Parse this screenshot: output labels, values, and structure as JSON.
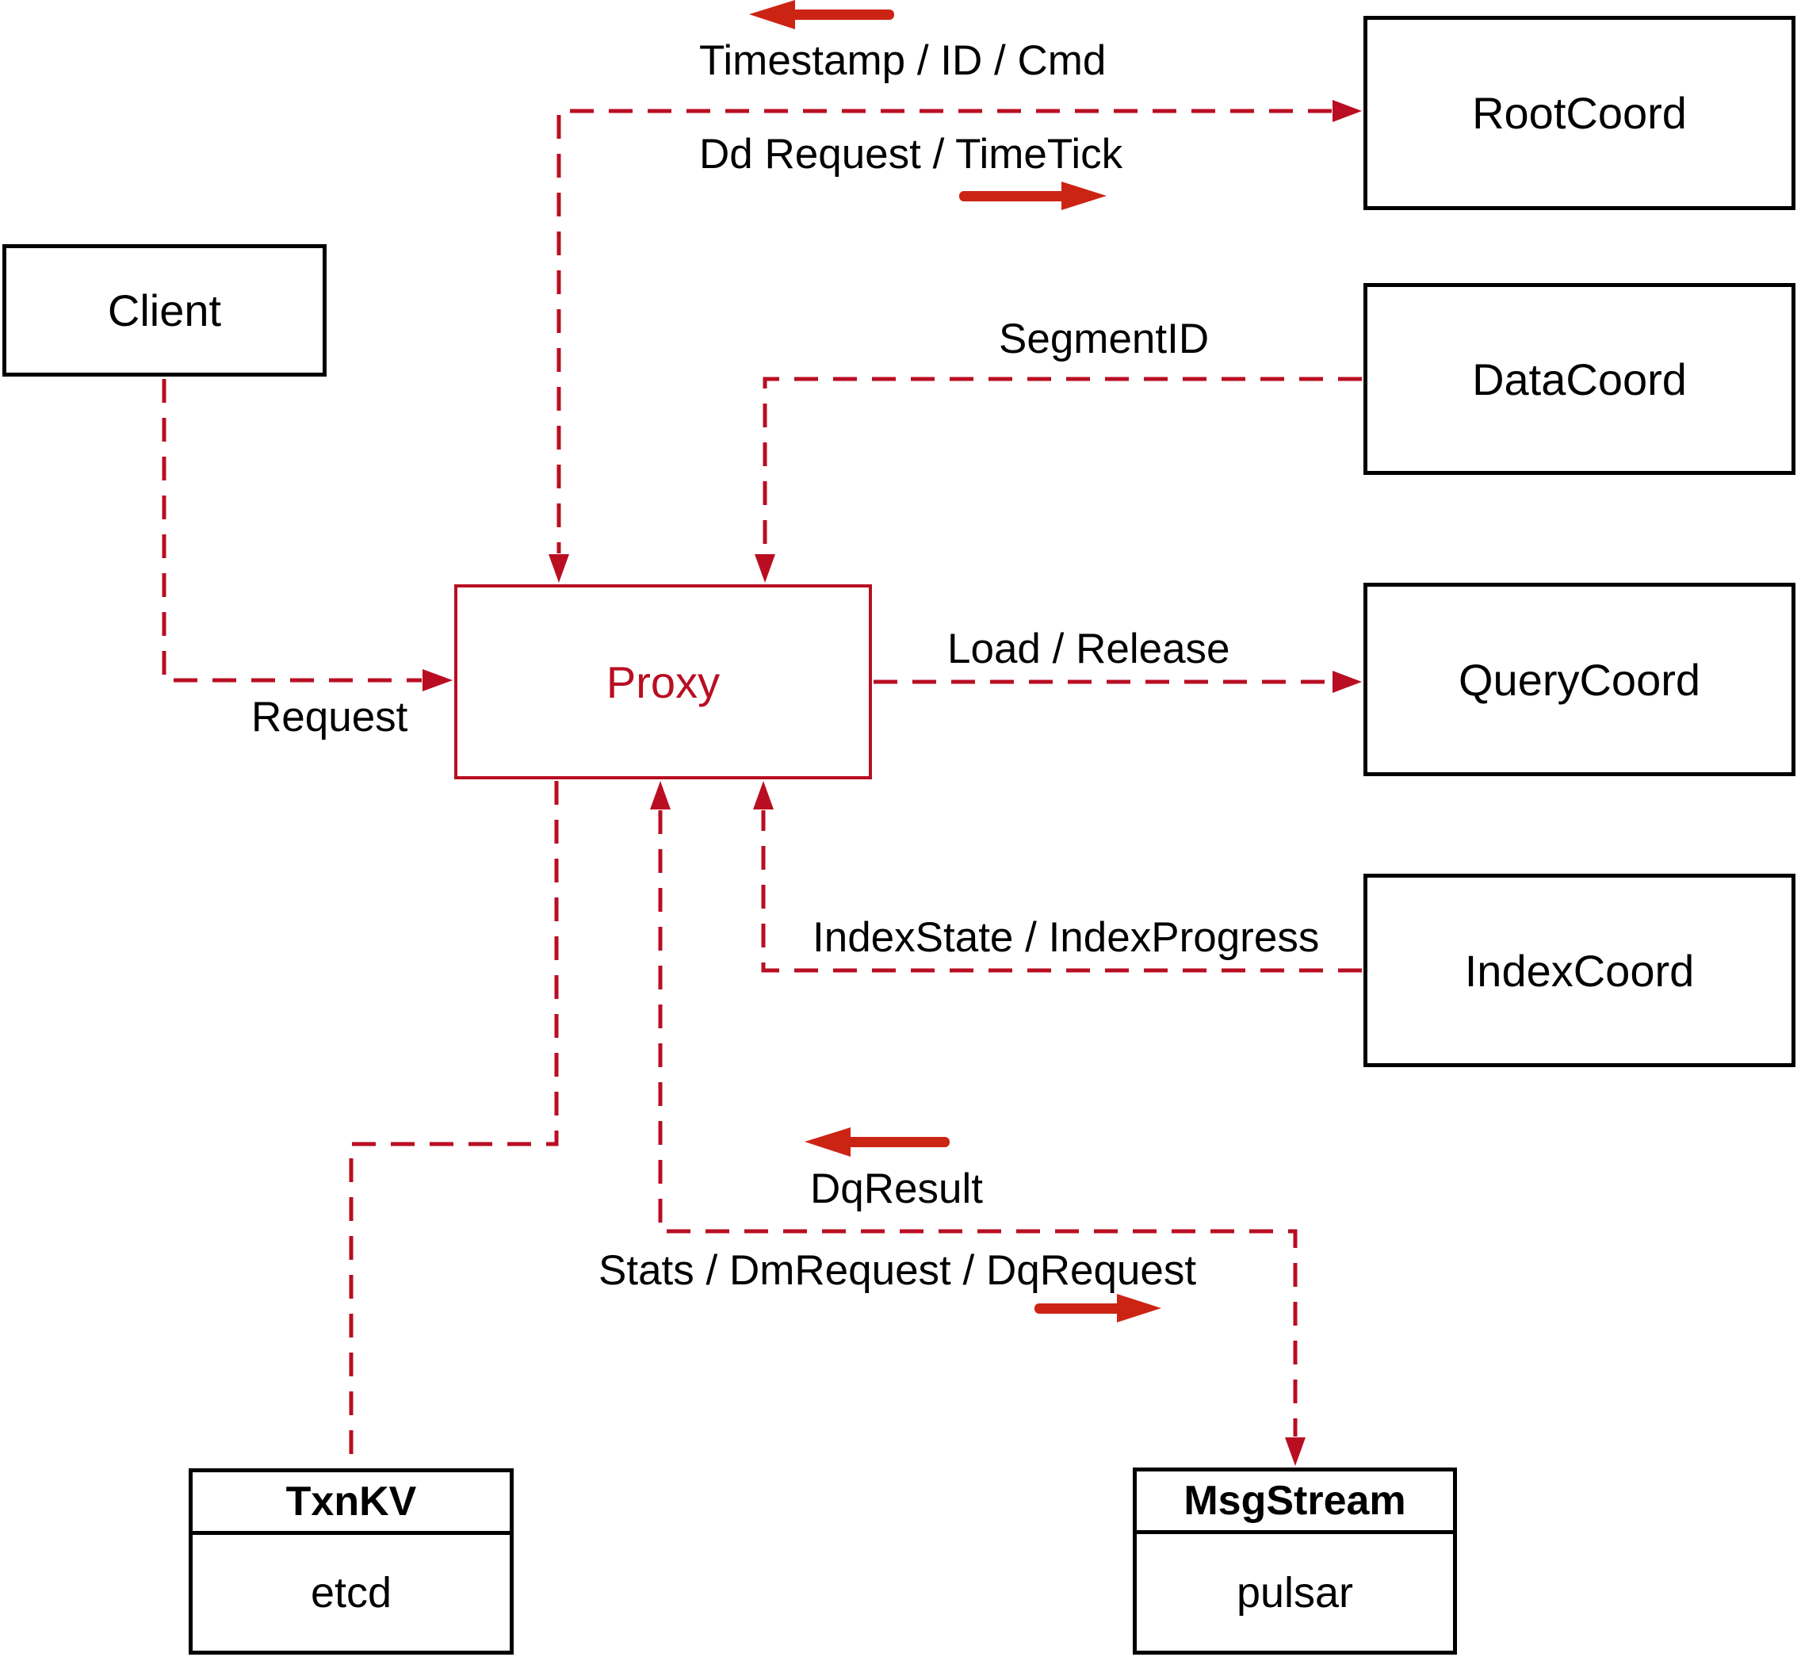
{
  "diagram": {
    "nodes": {
      "client": {
        "label": "Client"
      },
      "root_coord": {
        "label": "RootCoord"
      },
      "data_coord": {
        "label": "DataCoord"
      },
      "query_coord": {
        "label": "QueryCoord"
      },
      "index_coord": {
        "label": "IndexCoord"
      },
      "proxy": {
        "label": "Proxy"
      },
      "txn_kv": {
        "title": "TxnKV",
        "subtitle": "etcd"
      },
      "msg_stream": {
        "title": "MsgStream",
        "subtitle": "pulsar"
      }
    },
    "edge_labels": {
      "timestamp": "Timestamp / ID / Cmd",
      "dd_request": "Dd Request / TimeTick",
      "segment_id": "SegmentID",
      "request": "Request",
      "load_release": "Load / Release",
      "index_state": "IndexState / IndexProgress",
      "dq_result": "DqResult",
      "stats": "Stats / DmRequest / DqRequest"
    },
    "colors": {
      "line": "#b90e22",
      "arrow": "#cc2414",
      "box_border": "#000000",
      "proxy": "#b90e22",
      "background": "#ffffff",
      "text": "#000000"
    }
  }
}
